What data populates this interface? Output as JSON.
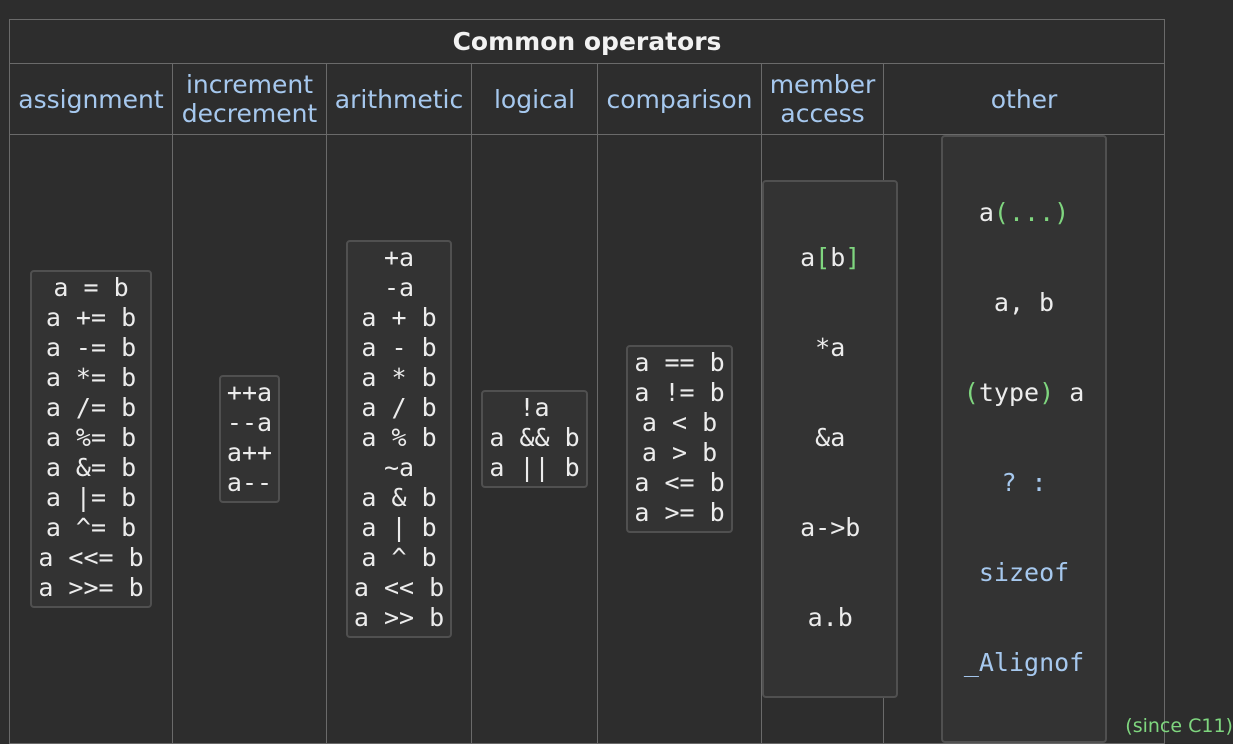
{
  "table": {
    "title": "Common operators",
    "columns": [
      {
        "label": "assignment"
      },
      {
        "label_lines": [
          "increment",
          "decrement"
        ]
      },
      {
        "label": "arithmetic"
      },
      {
        "label": "logical"
      },
      {
        "label": "comparison"
      },
      {
        "label_lines": [
          "member",
          "access"
        ]
      },
      {
        "label": "other"
      }
    ],
    "assignment": [
      "a = b",
      "a += b",
      "a -= b",
      "a *= b",
      "a /= b",
      "a %= b",
      "a &= b",
      "a |= b",
      "a ^= b",
      "a <<= b",
      "a >>= b"
    ],
    "increment_decrement": [
      "++a",
      "--a",
      "a++",
      "a--"
    ],
    "arithmetic": [
      "+a",
      "-a",
      "a + b",
      "a - b",
      "a * b",
      "a / b",
      "a % b",
      "~a",
      "a & b",
      "a | b",
      "a ^ b",
      "a << b",
      "a >> b"
    ],
    "logical": [
      "!a",
      "a && b",
      "a || b"
    ],
    "comparison": [
      "a == b",
      "a != b",
      "a < b",
      "a > b",
      "a <= b",
      "a >= b"
    ],
    "member_access": {
      "subscript": {
        "a1": "a",
        "lb": "[",
        "b": "b",
        "rb": "]"
      },
      "items": [
        "*a",
        "&a",
        "a->b",
        "a.b"
      ]
    },
    "other": {
      "call": {
        "a": "a",
        "paren": "(...)"
      },
      "comma": "a, b",
      "cast": {
        "lp": "(",
        "type": "type",
        "rp": ")",
        "a": " a"
      },
      "conditional": "? :",
      "sizeof": "sizeof",
      "alignof": "_Alignof",
      "since_note": "(since C11)"
    }
  },
  "colors": {
    "background": "#2d2d2d",
    "border": "#6a6a6a",
    "header_text": "#a6c8ee",
    "code_text": "#ececec",
    "accent_green": "#7fd67f"
  }
}
